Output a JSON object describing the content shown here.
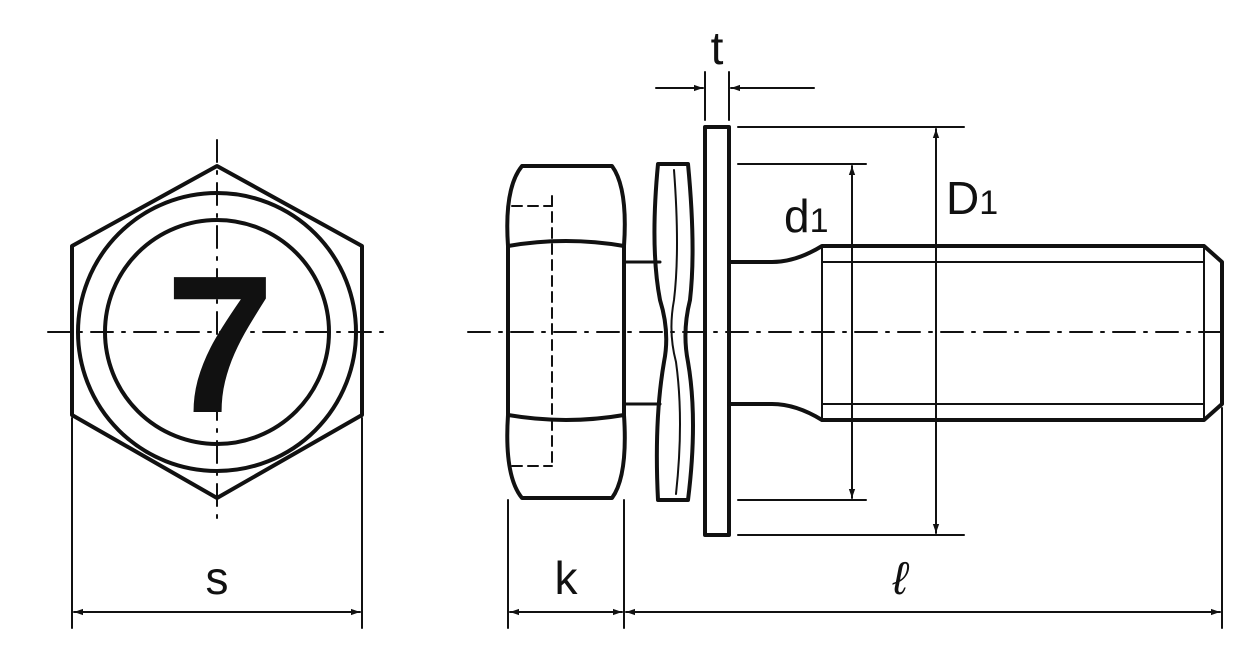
{
  "labels": {
    "head_mark": "7",
    "s": "s",
    "k": "k",
    "t": "t",
    "d": "d",
    "d_sub": "1",
    "D": "D",
    "D_sub": "1",
    "length": "ℓ"
  }
}
